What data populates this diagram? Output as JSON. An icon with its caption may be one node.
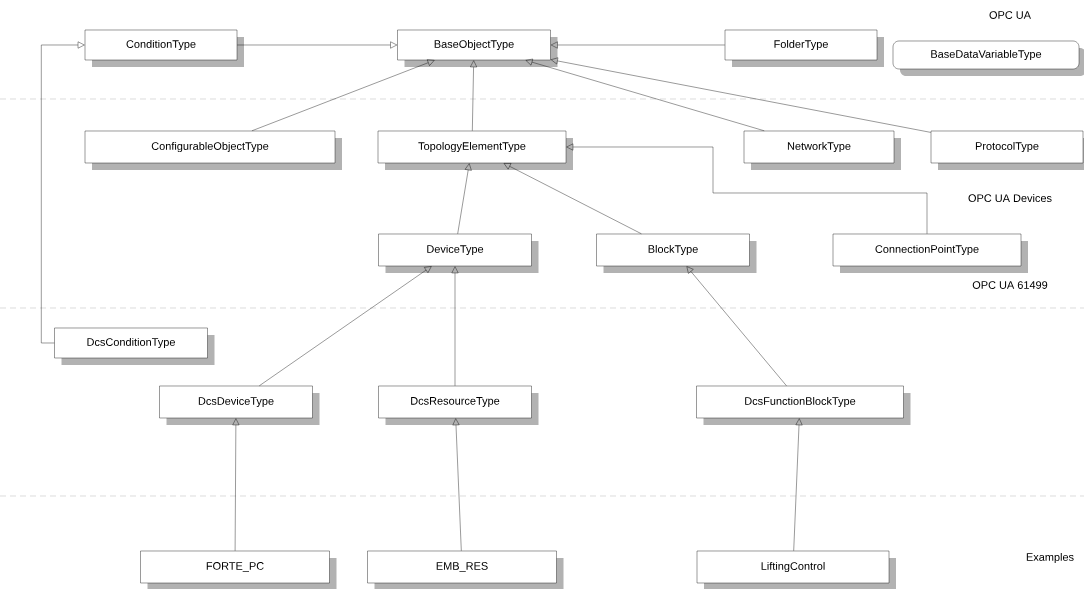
{
  "diagram": {
    "nodes": [
      {
        "text": [
          "ConditionType"
        ]
      },
      {
        "text": [
          "BaseObjectType"
        ]
      },
      {
        "text": [
          "FolderType"
        ]
      },
      {
        "text": [
          "BaseDataVariableType"
        ]
      },
      {
        "text": [
          "ConfigurableObjectType"
        ]
      },
      {
        "text": [
          "TopologyElementType"
        ]
      },
      {
        "text": [
          "NetworkType"
        ]
      },
      {
        "text": [
          "ProtocolType"
        ]
      },
      {
        "text": [
          "DeviceType"
        ]
      },
      {
        "text": [
          "BlockType"
        ]
      },
      {
        "text": [
          "ConnectionPointType"
        ]
      },
      {
        "text": [
          "DcsConditionType"
        ]
      },
      {
        "text": [
          "DcsDeviceType"
        ]
      },
      {
        "text": [
          "DcsResourceType"
        ]
      },
      {
        "text": [
          "DcsFunctionBlockType"
        ]
      },
      {
        "text": [
          "FORTE_PC"
        ]
      },
      {
        "text": [
          "EMB_RES"
        ]
      },
      {
        "text": [
          "LiftingControl"
        ]
      }
    ],
    "edges": [
      {
        "from": 0,
        "to": 1,
        "arrow": "to"
      },
      {
        "from": 2,
        "to": 1,
        "arrow": "to"
      },
      {
        "from": 6,
        "to": 1,
        "arrow": "to"
      },
      {
        "from": 7,
        "to": 1,
        "arrow": "to"
      },
      {
        "from": 4,
        "to": 1,
        "arrow": "to"
      },
      {
        "from": 5,
        "to": 1,
        "arrow": "to"
      },
      {
        "from": 8,
        "to": 5,
        "arrow": "to"
      },
      {
        "from": 9,
        "to": 5,
        "arrow": "to"
      },
      {
        "from": 10,
        "to": 5,
        "arrow": "to"
      },
      {
        "from": 11,
        "to": 0,
        "arrow": "to"
      },
      {
        "from": 12,
        "to": 8,
        "arrow": "to"
      },
      {
        "from": 13,
        "to": 8,
        "arrow": "to"
      },
      {
        "from": 14,
        "to": 9,
        "arrow": "to"
      },
      {
        "from": 15,
        "to": 12,
        "arrow": "to"
      },
      {
        "from": 16,
        "to": 13,
        "arrow": "to"
      },
      {
        "from": 17,
        "to": 14,
        "arrow": "to"
      }
    ],
    "labels": [
      "OPC UA",
      "OPC UA Devices",
      "OPC UA 61499",
      "Examples"
    ]
  }
}
